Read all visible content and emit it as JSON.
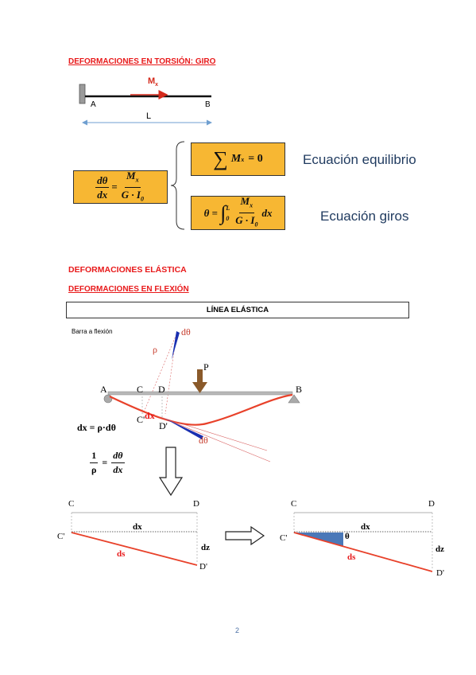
{
  "torsion": {
    "heading": "DEFORMACIONES EN TORSIÓN: GIRO",
    "moment_label": "M",
    "moment_sub": "x",
    "point_a": "A",
    "point_b": "B",
    "length_label": "L"
  },
  "equations": {
    "main_dtheta": "dθ",
    "main_dx": "dx",
    "main_mx": "M",
    "main_sub_x": "x",
    "main_gi": "G · I",
    "main_sub_0": "0",
    "sum_text": "∑",
    "sum_mx": "M",
    "sum_sub_x": "x",
    "sum_eq": "= 0",
    "label_equilibrium": "Ecuación equilibrio",
    "theta_lhs": "θ = ",
    "int_upper": "L",
    "int_lower": "0",
    "label_rotation": "Ecuación giros"
  },
  "elastic": {
    "heading": "DEFORMACIONES ELÁSTICA",
    "subheading": "DEFORMACIONES EN FLEXIÓN",
    "box_title": "LÍNEA ELÁSTICA",
    "bar_label": "Barra a flexión",
    "dtheta_top": "dθ",
    "rho": "ρ",
    "load": "P",
    "pt_a": "A",
    "pt_b": "B",
    "pt_c": "C",
    "pt_d": "D",
    "pt_c2": "C'",
    "pt_d2": "D'",
    "dx_red": "dx",
    "dtheta_low": "dθ",
    "relation": "dx = ρ·dθ",
    "one": "1",
    "rho_den": "ρ",
    "eq_dtheta": "dθ",
    "eq_dx": "dx"
  },
  "small_diagrams": {
    "left": {
      "c": "C",
      "d": "D",
      "c2": "C'",
      "d2": "D'",
      "dx": "dx",
      "dz": "dz",
      "ds": "ds"
    },
    "right": {
      "c": "C",
      "d": "D",
      "c2": "C'",
      "d2": "D'",
      "dx": "dx",
      "dz": "dz",
      "ds": "ds",
      "theta": "θ"
    }
  },
  "page_number": "2",
  "colors": {
    "accent_red": "#e8191a",
    "formula_bg": "#f7b733",
    "label_blue": "#1f3a5f",
    "beam_red": "#e8412a",
    "wedge_blue": "#1a2fb0"
  }
}
